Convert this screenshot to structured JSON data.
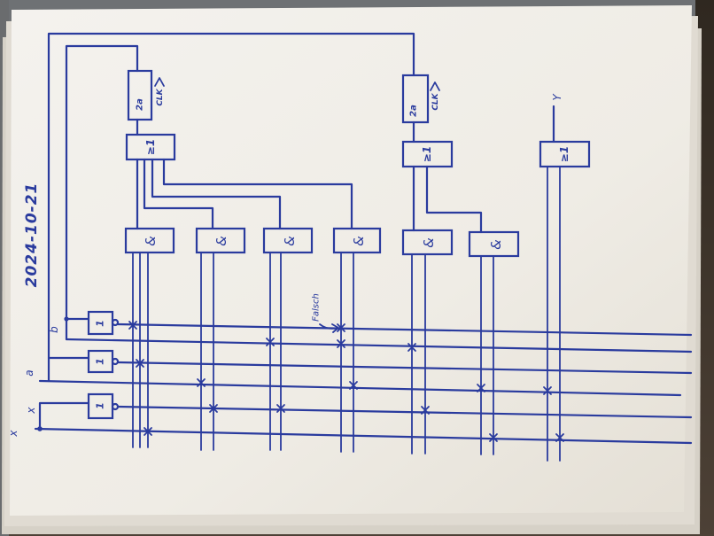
{
  "date": "2024-10-21",
  "inputs": {
    "x_edge": "x",
    "x": "x",
    "a": "a",
    "b": "b"
  },
  "not_gates": [
    "1",
    "1",
    "1"
  ],
  "and_gates": [
    "&",
    "&",
    "&",
    "&",
    "&",
    "&"
  ],
  "or_gates": [
    "≥1",
    "≥1",
    "≥1"
  ],
  "flip_flops": [
    {
      "label": "2a",
      "clock": "CLK"
    },
    {
      "label": "2a",
      "clock": "CLK"
    }
  ],
  "output": "Y",
  "annotation": "Falsch",
  "colors": {
    "ink": "#2a3b9e",
    "paper": "#f1eee7",
    "table": "#3d342b"
  }
}
